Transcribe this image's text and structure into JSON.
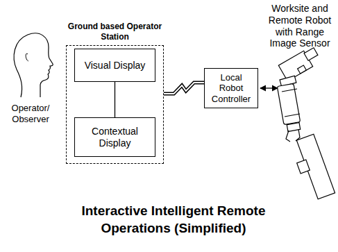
{
  "diagram": {
    "caption": "Interactive Intelligent Remote Operations (Simplified)",
    "nodes": [
      {
        "text": [
          "Ground based Operator Station"
        ]
      },
      {
        "text": [
          "Visual Display"
        ],
        "in": 0
      },
      {
        "text": [
          "Contextual Display"
        ],
        "in": 0
      },
      {
        "text": [
          "Local Robot Controller"
        ]
      }
    ],
    "edges": [
      {
        "from": 1,
        "to": 2,
        "arrow": "none"
      },
      {
        "from": 0,
        "to": 3,
        "arrow": "none"
      }
    ],
    "labels": [
      "Operator/ Observer",
      "Worksite and Remote Robot with Range Image Sensor"
    ]
  }
}
